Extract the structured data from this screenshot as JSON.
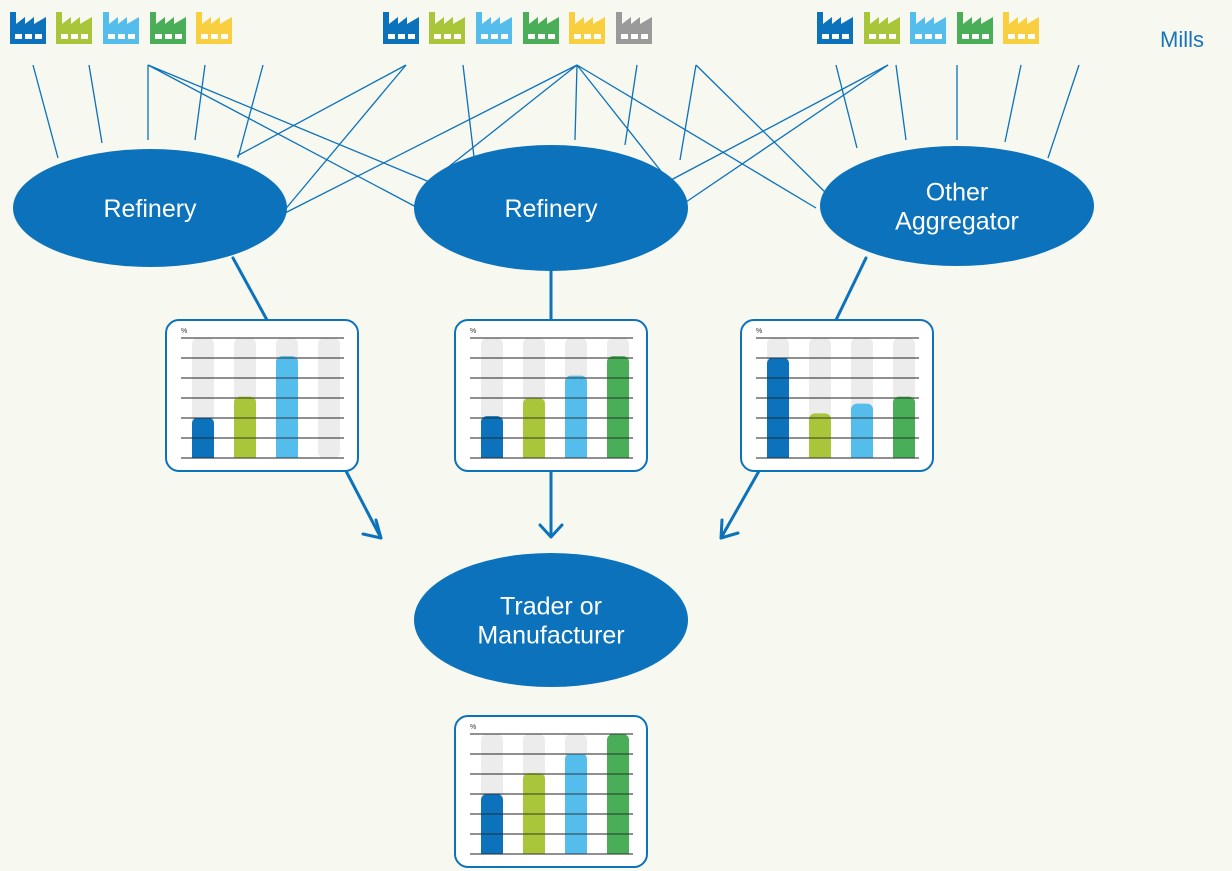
{
  "mills_label": "Mills",
  "colors": {
    "background": "#f7f8f0",
    "primary_blue": "#0b72bb",
    "lime": "#a9c63a",
    "light_blue": "#55bdeb",
    "green": "#4aad58",
    "yellow": "#f9cf3f",
    "gray": "#9a9a9a",
    "bar_track": "#ececec"
  },
  "mill_groups": [
    {
      "mills": [
        {
          "color": "primary_blue",
          "icon": "factory-icon"
        },
        {
          "color": "lime",
          "icon": "factory-icon"
        },
        {
          "color": "light_blue",
          "icon": "factory-icon"
        },
        {
          "color": "green",
          "icon": "factory-icon"
        },
        {
          "color": "yellow",
          "icon": "factory-icon"
        }
      ]
    },
    {
      "mills": [
        {
          "color": "primary_blue",
          "icon": "factory-icon"
        },
        {
          "color": "lime",
          "icon": "factory-icon"
        },
        {
          "color": "light_blue",
          "icon": "factory-icon"
        },
        {
          "color": "green",
          "icon": "factory-icon"
        },
        {
          "color": "yellow",
          "icon": "factory-icon"
        },
        {
          "color": "gray",
          "icon": "factory-icon"
        }
      ]
    },
    {
      "mills": [
        {
          "color": "primary_blue",
          "icon": "factory-icon"
        },
        {
          "color": "lime",
          "icon": "factory-icon"
        },
        {
          "color": "light_blue",
          "icon": "factory-icon"
        },
        {
          "color": "green",
          "icon": "factory-icon"
        },
        {
          "color": "yellow",
          "icon": "factory-icon"
        }
      ]
    }
  ],
  "nodes": [
    {
      "id": "refinery-1",
      "label_lines": [
        "Refinery"
      ]
    },
    {
      "id": "refinery-2",
      "label_lines": [
        "Refinery"
      ]
    },
    {
      "id": "other-aggregator",
      "label_lines": [
        "Other",
        "Aggregator"
      ]
    },
    {
      "id": "trader-manufacturer",
      "label_lines": [
        "Trader or",
        "Manufacturer"
      ]
    }
  ],
  "mini_charts": [
    {
      "id": "refinery-1-chart",
      "axis_label": "%",
      "bars": [
        {
          "color": "primary_blue",
          "level": 0.29
        },
        {
          "color": "lime",
          "level": 0.44
        },
        {
          "color": "light_blue",
          "level": 0.73
        },
        {
          "color": "bar_track",
          "level": 0
        }
      ]
    },
    {
      "id": "refinery-2-chart",
      "axis_label": "%",
      "bars": [
        {
          "color": "primary_blue",
          "level": 0.3
        },
        {
          "color": "lime",
          "level": 0.43
        },
        {
          "color": "light_blue",
          "level": 0.59
        },
        {
          "color": "green",
          "level": 0.73
        }
      ]
    },
    {
      "id": "aggregator-chart",
      "axis_label": "%",
      "bars": [
        {
          "color": "primary_blue",
          "level": 0.72
        },
        {
          "color": "lime",
          "level": 0.32
        },
        {
          "color": "light_blue",
          "level": 0.39
        },
        {
          "color": "green",
          "level": 0.44
        }
      ]
    },
    {
      "id": "trader-chart",
      "axis_label": "%",
      "bars": [
        {
          "color": "primary_blue",
          "level": 0.43
        },
        {
          "color": "lime",
          "level": 0.58
        },
        {
          "color": "light_blue",
          "level": 0.72
        },
        {
          "color": "green",
          "level": 0.86
        }
      ]
    }
  ]
}
